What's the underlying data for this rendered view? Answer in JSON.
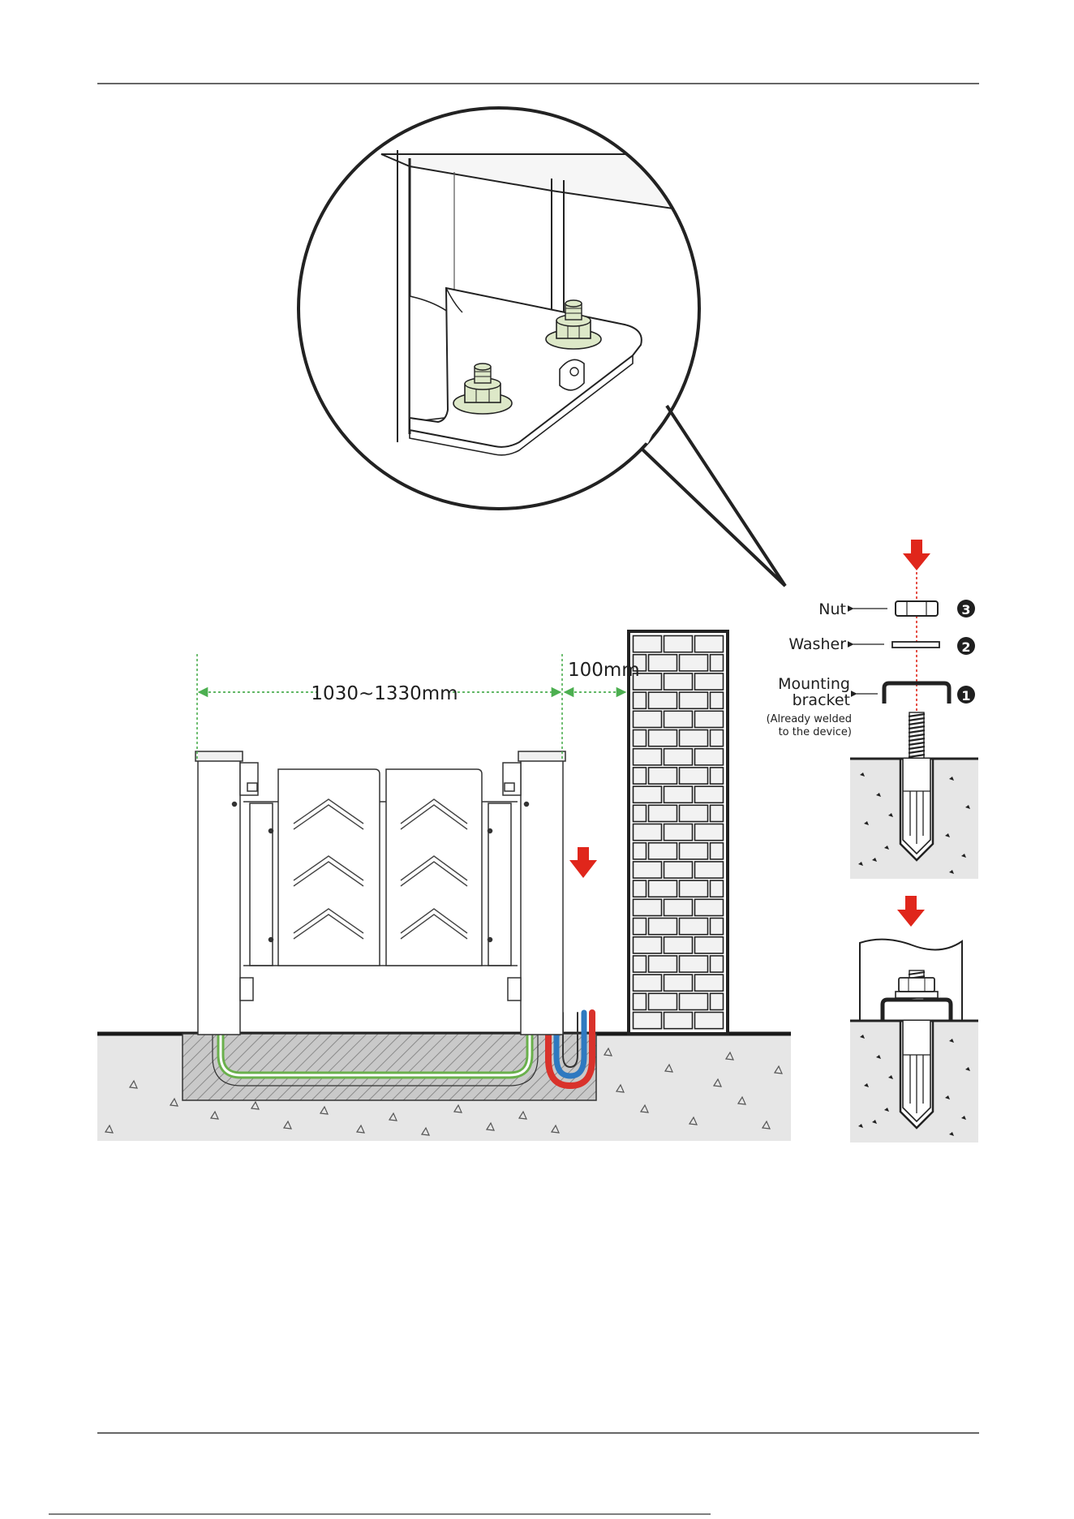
{
  "dimensions": {
    "gate_width": "1030~1330mm",
    "wall_gap": "100mm"
  },
  "parts": [
    {
      "num": "3",
      "label": "Nut"
    },
    {
      "num": "2",
      "label": "Washer"
    },
    {
      "num": "1",
      "label": "Mounting",
      "label2": "bracket",
      "note": "(Already welded",
      "note2": "to the device)"
    }
  ],
  "colors": {
    "dimension_line": "#4caf50",
    "arrow": "#e0261b",
    "cable_green": "#6ab04c",
    "cable_red": "#d9322b",
    "cable_blue": "#2f79c0",
    "washer_fill": "#dde8c8"
  }
}
